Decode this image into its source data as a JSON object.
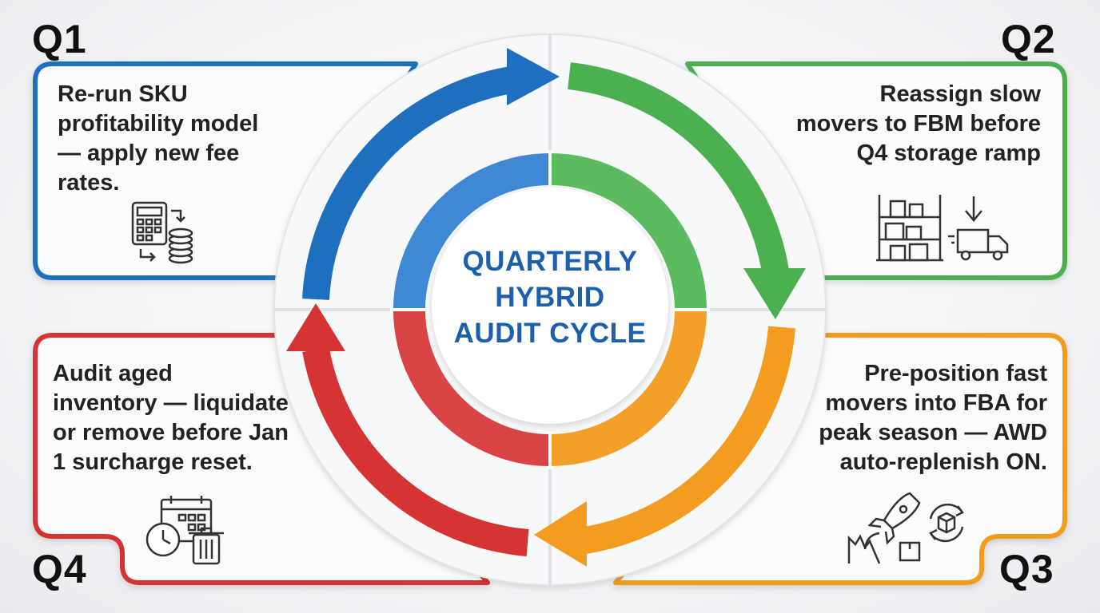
{
  "center": {
    "title_lines": [
      "QUARTERLY",
      "HYBRID",
      "AUDIT CYCLE"
    ]
  },
  "colors": {
    "q1": "#1f6fbf",
    "q2": "#4caf50",
    "q3": "#f39c1f",
    "q4": "#d63333",
    "title": "#1b5fad"
  },
  "quarters": [
    {
      "label": "Q1",
      "color": "#1f6fbf",
      "lines": [
        "Re-run SKU",
        "profitability model",
        "— apply new fee",
        "rates."
      ],
      "icons": [
        "calculator-icon",
        "coin-stack-icon",
        "cycle-arrows-icon"
      ]
    },
    {
      "label": "Q2",
      "color": "#4caf50",
      "lines": [
        "Reassign slow",
        "movers to FBM before",
        "Q4 storage ramp"
      ],
      "icons": [
        "warehouse-shelf-icon",
        "down-arrow-icon",
        "delivery-truck-icon"
      ]
    },
    {
      "label": "Q3",
      "color": "#f39c1f",
      "lines": [
        "Pre-position fast",
        "movers into FBA for",
        "peak season — AWD",
        "auto-replenish ON."
      ],
      "icons": [
        "rocket-icon",
        "box-icon",
        "replenish-cycle-icon"
      ]
    },
    {
      "label": "Q4",
      "color": "#d63333",
      "lines": [
        "Audit aged",
        "inventory — liquidate",
        "or remove before Jan",
        "1 surcharge reset."
      ],
      "icons": [
        "calendar-icon",
        "clock-icon",
        "trash-can-icon"
      ]
    }
  ]
}
